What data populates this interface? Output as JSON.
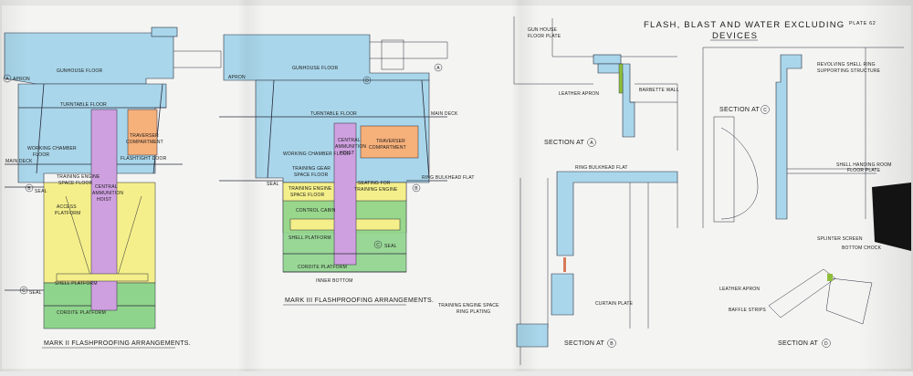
{
  "title": {
    "line1": "FLASH, BLAST AND WATER EXCLUDING",
    "line2": "DEVICES",
    "plate": "PLATE 62"
  },
  "mark2": {
    "caption": "MARK II FLASHPROOFING ARRANGEMENTS.",
    "apron": "APRON",
    "gunhouse_floor": "GUNHOUSE FLOOR",
    "turntable_floor": "TURNTABLE FLOOR",
    "working_chamber_1": "WORKING CHAMBER",
    "working_chamber_2": "FLOOR",
    "main_deck": "MAIN DECK",
    "training_engine_1": "TRAINING ENGINE",
    "training_engine_2": "SPACE FLOOR",
    "seal_b": "SEAL",
    "access_1": "ACCESS",
    "access_2": "PLATFORM",
    "central_1": "CENTRAL",
    "central_2": "AMMUNITION",
    "central_3": "HOIST",
    "traverser_1": "TRAVERSER",
    "traverser_2": "COMPARTMENT",
    "flashtight_door": "FLASHTIGHT DOOR",
    "shell_platform": "SHELL PLATFORM",
    "cordite_platform": "CORDITE PLATFORM",
    "seal_c": "SEAL",
    "circle_a": "A",
    "circle_b": "B",
    "circle_c": "C"
  },
  "mark3": {
    "caption": "MARK III FLASHPROOFING ARRANGEMENTS.",
    "apron": "APRON",
    "gunhouse_floor": "GUNHOUSE FLOOR",
    "turntable_floor": "TURNTABLE FLOOR",
    "main_deck": "MAIN DECK",
    "working_chamber_floor": "WORKING CHAMBER FLOOR",
    "central_1": "CENTRAL",
    "central_2": "AMMUNITION",
    "central_3": "HOIST",
    "traverser_1": "TRAVERSER",
    "traverser_2": "COMPARTMENT",
    "training_gear_1": "TRAINING GEAR",
    "training_gear_2": "SPACE FLOOR",
    "ring_bulkhead_flat": "RING BULKHEAD FLAT",
    "seal": "SEAL",
    "training_engine_1": "TRAINING ENGINE",
    "training_engine_2": "SPACE FLOOR",
    "seating_1": "SEATING FOR",
    "seating_2": "TRAINING ENGINE",
    "control_cabin": "CONTROL CABIN",
    "shell_platform": "SHELL PLATFORM",
    "seal_c": "SEAL",
    "cordite_platform": "CORDITE PLATFORM",
    "inner_bottom": "INNER BOTTOM",
    "circle_a": "A",
    "circle_b": "B",
    "circle_c": "C",
    "circle_d": "D"
  },
  "section_a": {
    "caption": "SECTION AT",
    "letter": "A",
    "gunhouse_1": "GUN HOUSE",
    "gunhouse_2": "FLOOR PLATE",
    "leather_apron": "LEATHER APRON",
    "barbette_wall": "BARBETTE WALL"
  },
  "section_b": {
    "caption": "SECTION AT",
    "letter": "B",
    "ring_bulkhead_flat": "RING BULKHEAD FLAT",
    "training_1": "TRAINING ENGINE SPACE",
    "training_2": "RING PLATING",
    "curtain_plate": "CURTAIN PLATE"
  },
  "section_c": {
    "caption": "SECTION AT",
    "letter": "C",
    "revolving_1": "REVOLVING SHELL RING",
    "revolving_2": "SUPPORTING STRUCTURE",
    "shell_handing_1": "SHELL HANDING ROOM",
    "shell_handing_2": "FLOOR PLATE"
  },
  "section_d": {
    "caption": "SECTION AT",
    "letter": "D",
    "splinter_screen": "SPLINTER SCREEN",
    "bottom_chock": "BOTTOM CHOCK",
    "leather_apron": "LEATHER APRON",
    "baffle_strips": "BAFFLE STRIPS"
  },
  "colors": {
    "blue": "#a9d6ea",
    "yellow": "#f4ef8a",
    "green": "#8fd48c",
    "purple": "#cfa0e0",
    "orange": "#f6b07a",
    "line": "#2a2a3a",
    "paper": "#f4f5f3"
  }
}
